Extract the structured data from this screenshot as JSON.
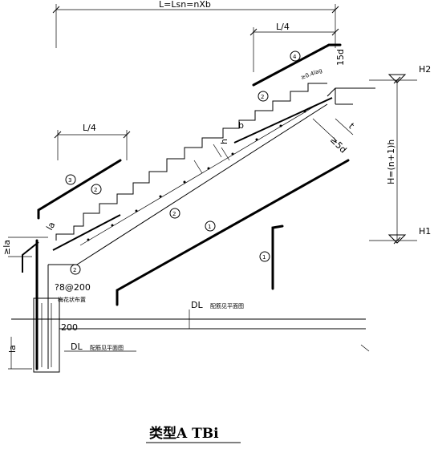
{
  "dims": {
    "top_length": "L=Lsn=nXb",
    "quarter_right": "L/4",
    "quarter_left": "L/4",
    "anchor_15d": "15d",
    "anchor_04lag": "≥0.4lag",
    "step_b": "b",
    "step_h": "h",
    "anchor_5d": "≥5d",
    "anchor_t": "t",
    "height_total": "H=(n+1)h",
    "level_h2": "H2",
    "level_h1": "H1",
    "la_side": "la",
    "la_bottom": "la",
    "la_left": "≥la",
    "width_200": "200"
  },
  "labels": {
    "stirrup": "?8@200",
    "stirrup_note": "梅花状布置",
    "dl_right": "DL",
    "dl_right_note": "配筋见平面图",
    "dl_left": "DL",
    "dl_left_note": "配筋见平面图"
  },
  "markers": {
    "m1": "1",
    "m2": "2",
    "m3": "3",
    "m4": "4"
  },
  "title": "类型A  TBi"
}
